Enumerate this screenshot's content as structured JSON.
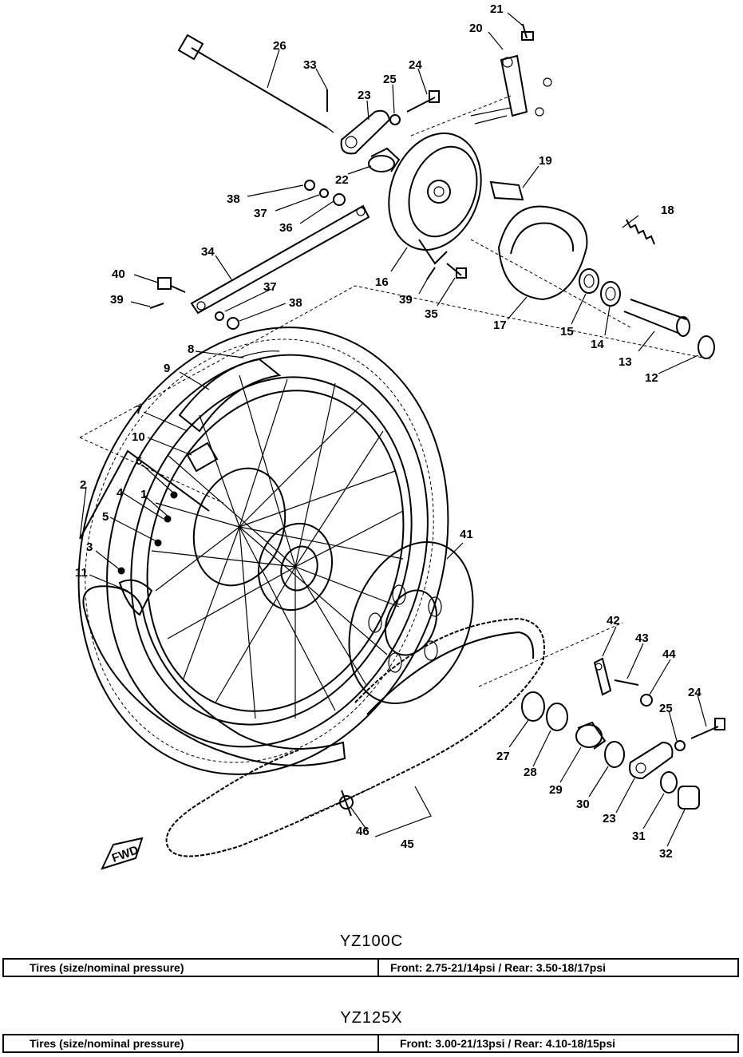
{
  "callouts": [
    "1",
    "2",
    "3",
    "4",
    "5",
    "6",
    "7",
    "8",
    "9",
    "10",
    "11",
    "12",
    "13",
    "14",
    "15",
    "16",
    "17",
    "18",
    "19",
    "20",
    "21",
    "22",
    "23",
    "23",
    "24",
    "24",
    "25",
    "25",
    "26",
    "27",
    "28",
    "29",
    "30",
    "31",
    "32",
    "33",
    "34",
    "35",
    "36",
    "37",
    "37",
    "38",
    "38",
    "39",
    "39",
    "40",
    "41",
    "42",
    "43",
    "44",
    "45",
    "46"
  ],
  "fwd_mark": "FWD",
  "models": [
    {
      "name": "YZ100C",
      "spec_label": "Tires (size/nominal pressure)",
      "spec_value": "Front:  2.75-21/14psi   /   Rear:  3.50-18/17psi"
    },
    {
      "name": "YZ125X",
      "spec_label": "Tires (size/nominal pressure)",
      "spec_value": "Front:  3.00-21/13psi   /   Rear:  4.10-18/15psi"
    }
  ]
}
